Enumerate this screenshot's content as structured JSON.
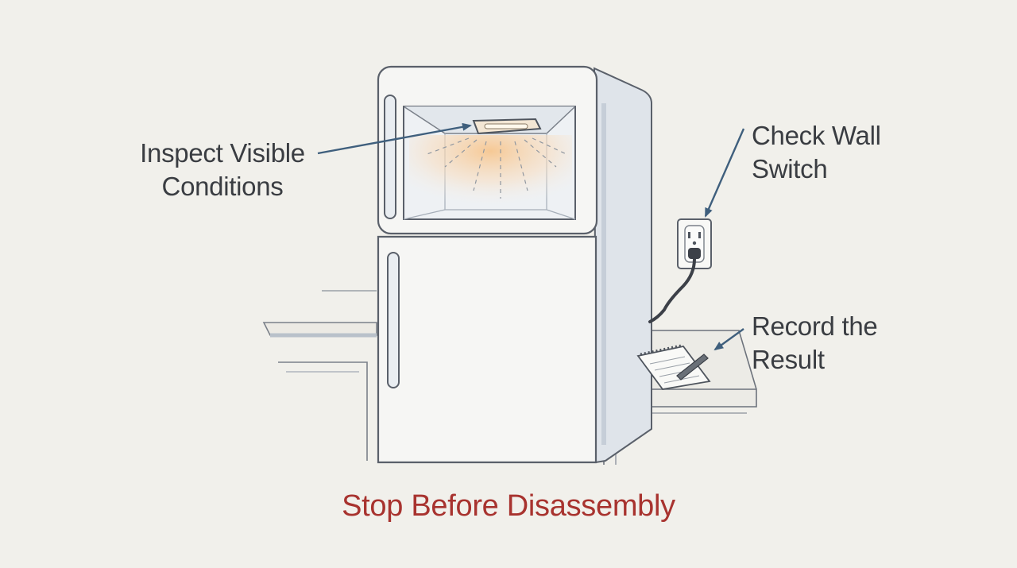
{
  "labels": {
    "inspect": [
      "Inspect Visible",
      "Conditions"
    ],
    "switch": [
      "Check Wall",
      "Switch"
    ],
    "record": [
      "Record the",
      "Result"
    ],
    "stop": "Stop Before Disassembly"
  },
  "colors": {
    "background": "#f1f0eb",
    "text": "#3a3d42",
    "warning": "#a8332f",
    "arrow": "#3f5f7d",
    "fridge": "#f6f6f4",
    "fridge_side": "#dfe4ea",
    "outline": "#5a606a",
    "light_glow": "#f6c58e"
  },
  "icons": [
    "refrigerator-icon",
    "ceiling-light-icon",
    "wall-outlet-icon",
    "power-cord-icon",
    "notepad-icon",
    "pen-icon",
    "counter-icon",
    "arrow-icon"
  ]
}
